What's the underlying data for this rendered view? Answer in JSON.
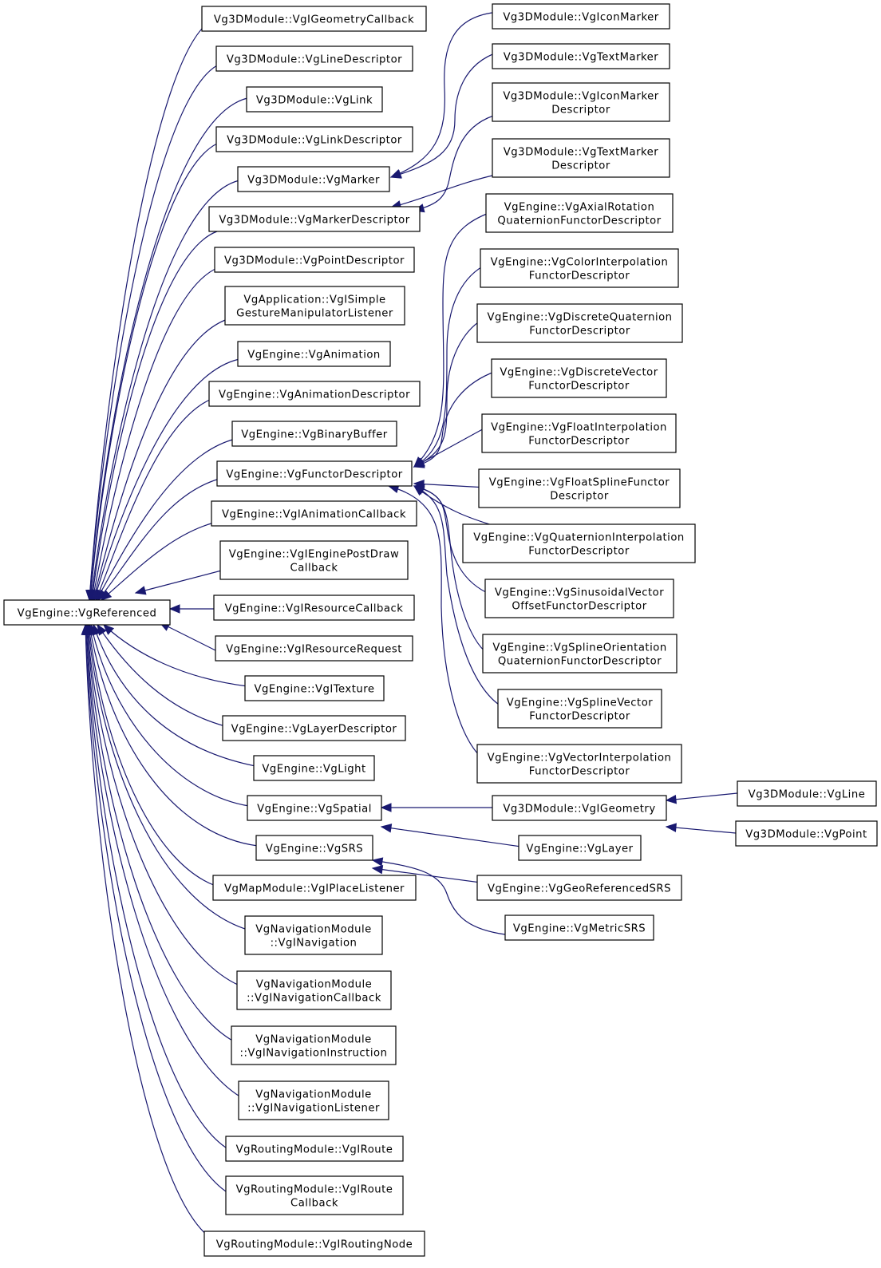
{
  "diagram": {
    "nodes": [
      {
        "id": "ref",
        "lines": [
          "VgEngine::VgReferenced"
        ]
      },
      {
        "id": "n1",
        "lines": [
          "Vg3DModule::VgIGeometryCallback"
        ]
      },
      {
        "id": "n2",
        "lines": [
          "Vg3DModule::VgLineDescriptor"
        ]
      },
      {
        "id": "n3",
        "lines": [
          "Vg3DModule::VgLink"
        ]
      },
      {
        "id": "n4",
        "lines": [
          "Vg3DModule::VgLinkDescriptor"
        ]
      },
      {
        "id": "mk",
        "lines": [
          "Vg3DModule::VgMarker"
        ]
      },
      {
        "id": "mkd",
        "lines": [
          "Vg3DModule::VgMarkerDescriptor"
        ]
      },
      {
        "id": "n7",
        "lines": [
          "Vg3DModule::VgPointDescriptor"
        ]
      },
      {
        "id": "n8",
        "lines": [
          "VgApplication::VgISimple",
          "GestureManipulatorListener"
        ]
      },
      {
        "id": "n9",
        "lines": [
          "VgEngine::VgAnimation"
        ]
      },
      {
        "id": "n10",
        "lines": [
          "VgEngine::VgAnimationDescriptor"
        ]
      },
      {
        "id": "n11",
        "lines": [
          "VgEngine::VgBinaryBuffer"
        ]
      },
      {
        "id": "fd",
        "lines": [
          "VgEngine::VgFunctorDescriptor"
        ]
      },
      {
        "id": "n13",
        "lines": [
          "VgEngine::VgIAnimationCallback"
        ]
      },
      {
        "id": "n14",
        "lines": [
          "VgEngine::VgIEnginePostDraw",
          "Callback"
        ]
      },
      {
        "id": "n15",
        "lines": [
          "VgEngine::VgIResourceCallback"
        ]
      },
      {
        "id": "n16",
        "lines": [
          "VgEngine::VgIResourceRequest"
        ]
      },
      {
        "id": "n17",
        "lines": [
          "VgEngine::VgITexture"
        ]
      },
      {
        "id": "n18",
        "lines": [
          "VgEngine::VgLayerDescriptor"
        ]
      },
      {
        "id": "n19",
        "lines": [
          "VgEngine::VgLight"
        ]
      },
      {
        "id": "sp",
        "lines": [
          "VgEngine::VgSpatial"
        ]
      },
      {
        "id": "srs",
        "lines": [
          "VgEngine::VgSRS"
        ]
      },
      {
        "id": "n22",
        "lines": [
          "VgMapModule::VgIPlaceListener"
        ]
      },
      {
        "id": "n23",
        "lines": [
          "VgNavigationModule",
          "::VgINavigation"
        ]
      },
      {
        "id": "n24",
        "lines": [
          "VgNavigationModule",
          "::VgINavigationCallback"
        ]
      },
      {
        "id": "n25",
        "lines": [
          "VgNavigationModule",
          "::VgINavigationInstruction"
        ]
      },
      {
        "id": "n26",
        "lines": [
          "VgNavigationModule",
          "::VgINavigationListener"
        ]
      },
      {
        "id": "n27",
        "lines": [
          "VgRoutingModule::VgIRoute"
        ]
      },
      {
        "id": "n28",
        "lines": [
          "VgRoutingModule::VgIRoute",
          "Callback"
        ]
      },
      {
        "id": "n29",
        "lines": [
          "VgRoutingModule::VgIRoutingNode"
        ]
      },
      {
        "id": "im",
        "lines": [
          "Vg3DModule::VgIconMarker"
        ]
      },
      {
        "id": "tm",
        "lines": [
          "Vg3DModule::VgTextMarker"
        ]
      },
      {
        "id": "imd",
        "lines": [
          "Vg3DModule::VgIconMarker",
          "Descriptor"
        ]
      },
      {
        "id": "tmd",
        "lines": [
          "Vg3DModule::VgTextMarker",
          "Descriptor"
        ]
      },
      {
        "id": "f1",
        "lines": [
          "VgEngine::VgAxialRotation",
          "QuaternionFunctorDescriptor"
        ]
      },
      {
        "id": "f2",
        "lines": [
          "VgEngine::VgColorInterpolation",
          "FunctorDescriptor"
        ]
      },
      {
        "id": "f3",
        "lines": [
          "VgEngine::VgDiscreteQuaternion",
          "FunctorDescriptor"
        ]
      },
      {
        "id": "f4",
        "lines": [
          "VgEngine::VgDiscreteVector",
          "FunctorDescriptor"
        ]
      },
      {
        "id": "f5",
        "lines": [
          "VgEngine::VgFloatInterpolation",
          "FunctorDescriptor"
        ]
      },
      {
        "id": "f6",
        "lines": [
          "VgEngine::VgFloatSplineFunctor",
          "Descriptor"
        ]
      },
      {
        "id": "f7",
        "lines": [
          "VgEngine::VgQuaternionInterpolation",
          "FunctorDescriptor"
        ]
      },
      {
        "id": "f8",
        "lines": [
          "VgEngine::VgSinusoidalVector",
          "OffsetFunctorDescriptor"
        ]
      },
      {
        "id": "f9",
        "lines": [
          "VgEngine::VgSplineOrientation",
          "QuaternionFunctorDescriptor"
        ]
      },
      {
        "id": "f10",
        "lines": [
          "VgEngine::VgSplineVector",
          "FunctorDescriptor"
        ]
      },
      {
        "id": "f11",
        "lines": [
          "VgEngine::VgVectorInterpolation",
          "FunctorDescriptor"
        ]
      },
      {
        "id": "geo",
        "lines": [
          "Vg3DModule::VgIGeometry"
        ]
      },
      {
        "id": "layer",
        "lines": [
          "VgEngine::VgLayer"
        ]
      },
      {
        "id": "gsrs",
        "lines": [
          "VgEngine::VgGeoReferencedSRS"
        ]
      },
      {
        "id": "msrs",
        "lines": [
          "VgEngine::VgMetricSRS"
        ]
      },
      {
        "id": "line",
        "lines": [
          "Vg3DModule::VgLine"
        ]
      },
      {
        "id": "point",
        "lines": [
          "Vg3DModule::VgPoint"
        ]
      }
    ]
  }
}
